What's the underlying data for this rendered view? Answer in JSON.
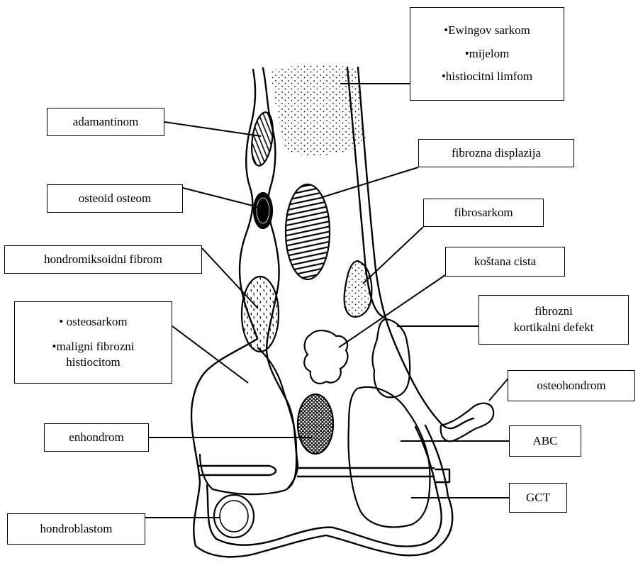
{
  "labels": {
    "ewing_group": [
      "•Ewingov sarkom",
      "•mijelom",
      "•histiocitni limfom"
    ],
    "adamantinom": "adamantinom",
    "fibrozna_displazija": "fibrozna displazija",
    "osteoid_osteom": "osteoid osteom",
    "fibrosarkom": "fibrosarkom",
    "hondromiksoidni_fibrom": "hondromiksoidni fibrom",
    "kostana_cista": "koštana cista",
    "fibrozni_kortikalni_defekt": [
      "fibrozni",
      "kortikalni defekt"
    ],
    "osteosarkom_group": [
      "• osteosarkom",
      "•maligni fibrozni",
      "histiocitom"
    ],
    "osteohondrom": "osteohondrom",
    "enhondrom": "enhondrom",
    "abc": "ABC",
    "gct": "GCT",
    "hondroblastom": "hondroblastom"
  }
}
